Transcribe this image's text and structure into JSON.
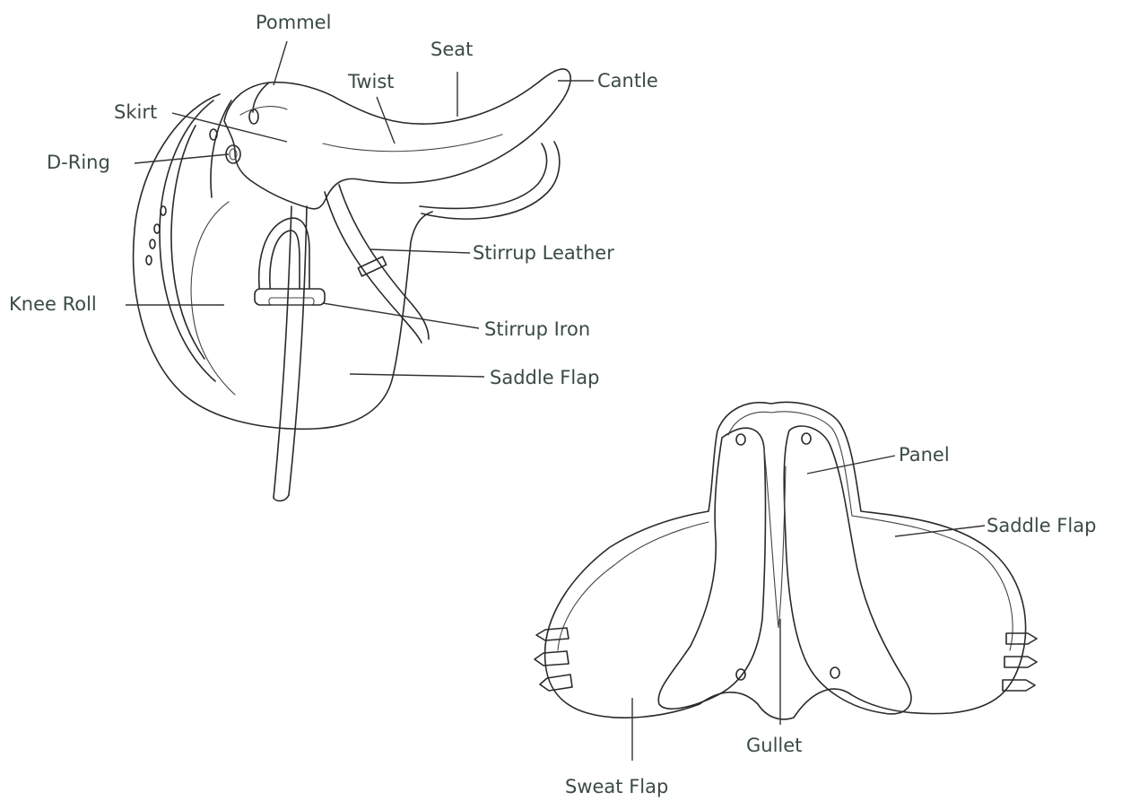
{
  "side_view": {
    "labels": {
      "pommel": "Pommel",
      "seat": "Seat",
      "twist": "Twist",
      "cantle": "Cantle",
      "skirt": "Skirt",
      "d_ring": "D-Ring",
      "stirrup_leather": "Stirrup Leather",
      "knee_roll": "Knee Roll",
      "stirrup_iron": "Stirrup Iron",
      "saddle_flap": "Saddle Flap"
    }
  },
  "underside_view": {
    "labels": {
      "panel": "Panel",
      "saddle_flap": "Saddle Flap",
      "gullet": "Gullet",
      "sweat_flap": "Sweat Flap"
    }
  }
}
